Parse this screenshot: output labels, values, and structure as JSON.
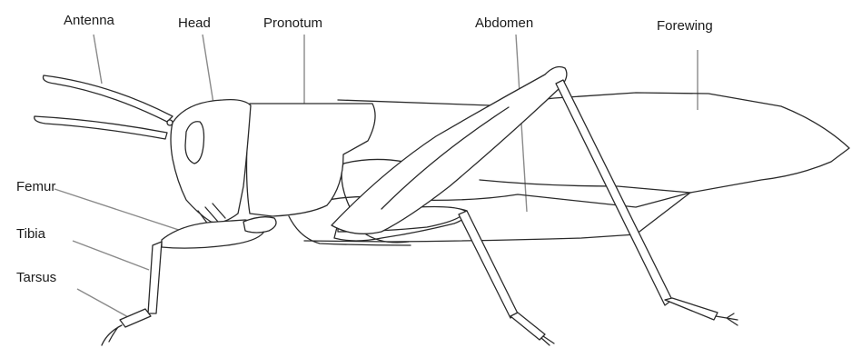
{
  "labels": {
    "antenna": "Antenna",
    "head": "Head",
    "pronotum": "Pronotum",
    "abdomen": "Abdomen",
    "forewing": "Forewing",
    "femur": "Femur",
    "tibia": "Tibia",
    "tarsus": "Tarsus"
  },
  "colors": {
    "outline": "#2a2a2a",
    "leader_line": "#8a8a8a",
    "label_text": "#1a1a1a",
    "background": "#ffffff"
  }
}
